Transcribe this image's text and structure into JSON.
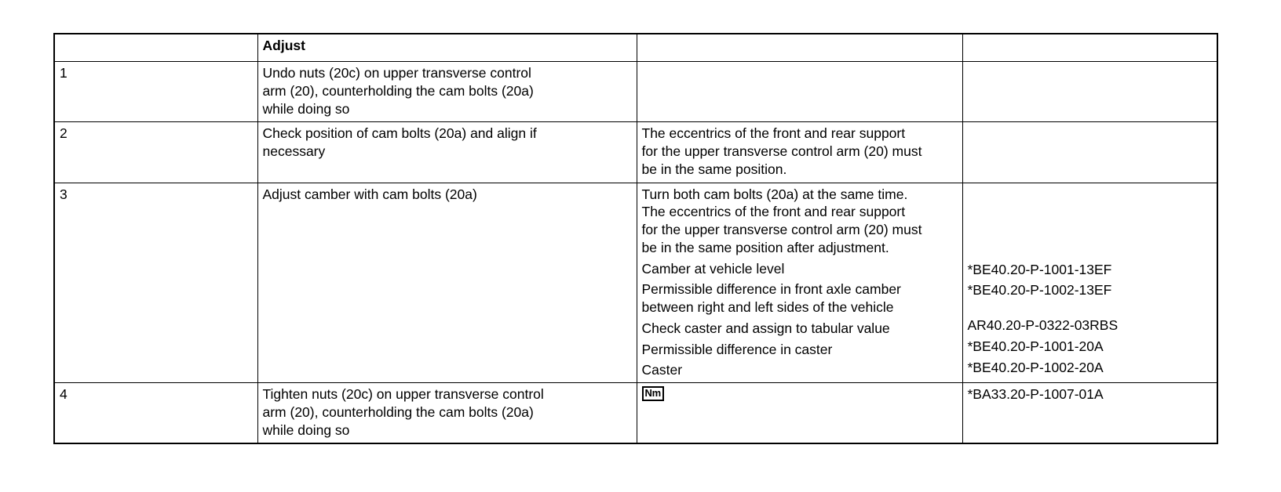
{
  "document": {
    "type": "procedure-table",
    "columns": [
      "",
      "Adjust",
      "",
      ""
    ],
    "header": {
      "col1": "",
      "col2": "Adjust",
      "col3": "",
      "col4": ""
    },
    "rows": [
      {
        "step": "1",
        "action_lines": [
          "Undo nuts (20c) on upper transverse control",
          "arm (20), counterholding the cam bolts (20a)",
          "while doing so"
        ],
        "note_lines": [],
        "ref_lines": []
      },
      {
        "step": "2",
        "action_lines": [
          "Check position of cam bolts (20a) and align if",
          "necessary"
        ],
        "note_lines": [
          "The eccentrics of the front and rear support",
          "for the upper transverse control arm (20) must",
          "be in the same position."
        ],
        "ref_lines": []
      },
      {
        "step": "3",
        "action_lines": [
          "Adjust camber with cam bolts (20a)"
        ],
        "note_lines": [
          "Turn both cam bolts (20a) at the same time.",
          "The eccentrics of the front and rear support",
          "for the upper transverse control arm (20) must",
          "be in the same position after adjustment.",
          "Camber at vehicle level",
          "Permissible difference in front axle camber",
          "between right and left sides of the vehicle",
          "Check caster and assign to tabular value",
          "Permissible difference in caster",
          "Caster"
        ],
        "ref_lines": [
          "*BE40.20-P-1001-13EF",
          "*BE40.20-P-1002-13EF",
          "",
          "AR40.20-P-0322-03RBS",
          "*BE40.20-P-1001-20A",
          "*BE40.20-P-1002-20A"
        ]
      },
      {
        "step": "4",
        "action_lines": [
          "Tighten nuts (20c) on upper transverse control",
          "arm (20), counterholding the cam bolts (20a)",
          "while doing so"
        ],
        "note_unit_badge": "Nm",
        "note_lines": [],
        "ref_lines": [
          "*BA33.20-P-1007-01A"
        ]
      }
    ]
  },
  "colors": {
    "border": "#000000",
    "text": "#000000",
    "background": "#ffffff"
  }
}
